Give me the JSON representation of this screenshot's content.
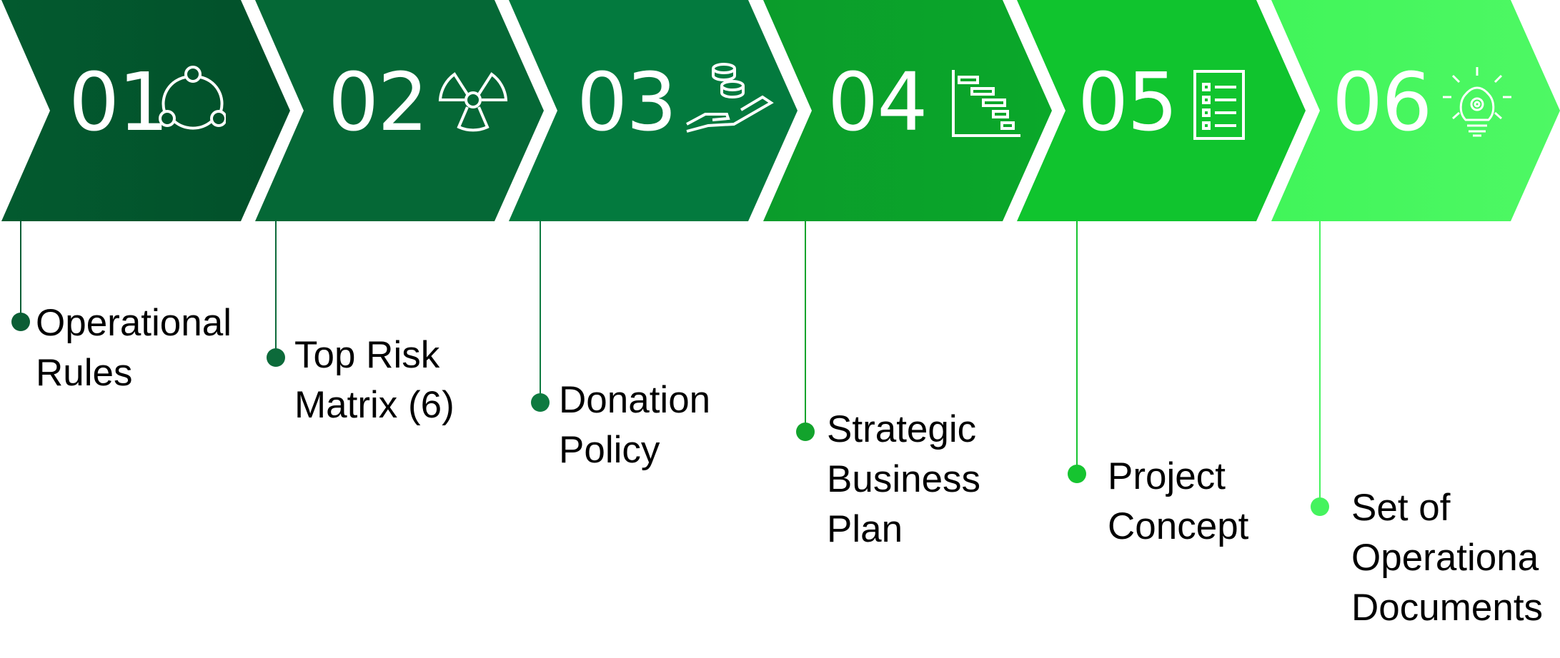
{
  "steps": [
    {
      "number": "01",
      "label": "Operational\nRules",
      "icon": "share-network-icon",
      "color": "#035a2f",
      "dot_color": "#0b5e35"
    },
    {
      "number": "02",
      "label": "Top Risk\nMatrix (6)",
      "icon": "radiation-hazard-icon",
      "color": "#056836",
      "dot_color": "#0c6a3a"
    },
    {
      "number": "03",
      "label": "Donation\nPolicy",
      "icon": "hand-coins-icon",
      "color": "#037a3e",
      "dot_color": "#0e7a40"
    },
    {
      "number": "04",
      "label": "Strategic\nBusiness\nPlan",
      "icon": "gantt-chart-icon",
      "color": "#0aa12a",
      "dot_color": "#12a32c"
    },
    {
      "number": "05",
      "label": "Project\nConcept",
      "icon": "checklist-icon",
      "color": "#10c42e",
      "dot_color": "#16c430"
    },
    {
      "number": "06",
      "label": "Set of\nOperationa\nDocuments",
      "icon": "lightbulb-gear-icon",
      "color": "#44f75c",
      "dot_color": "#45f35e"
    }
  ]
}
